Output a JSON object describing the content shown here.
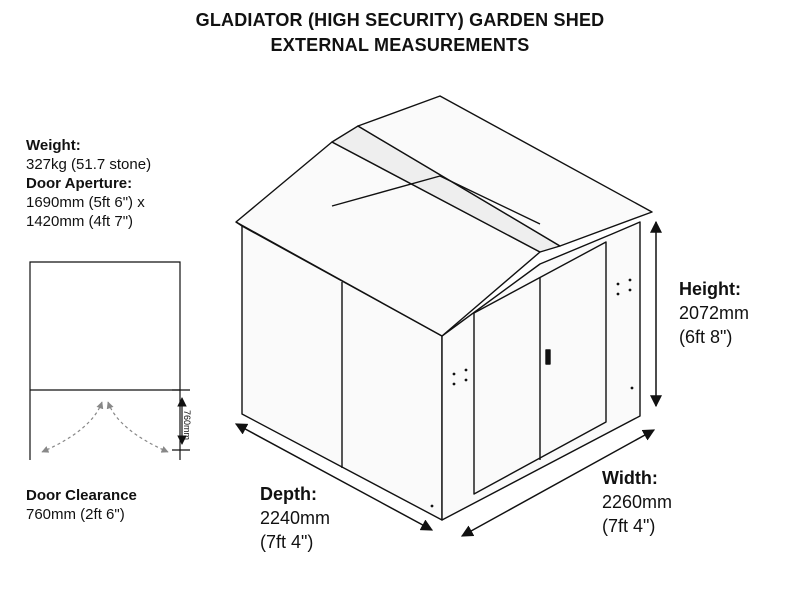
{
  "header": {
    "title_line1": "GLADIATOR (HIGH SECURITY) GARDEN SHED",
    "title_line2": "EXTERNAL MEASUREMENTS"
  },
  "specs": {
    "weight_label": "Weight:",
    "weight_value": "327kg (51.7 stone)",
    "aperture_label": "Door Aperture:",
    "aperture_line1": "1690mm (5ft 6\") x",
    "aperture_line2": "1420mm (4ft 7\")"
  },
  "clearance": {
    "label": "Door Clearance",
    "value": "760mm (2ft 6\")",
    "diagram_label": "760mm"
  },
  "dimensions": {
    "height": {
      "label": "Height:",
      "mm": "2072mm",
      "imperial": "(6ft 8\")"
    },
    "width": {
      "label": "Width:",
      "mm": "2260mm",
      "imperial": "(7ft 4\")"
    },
    "depth": {
      "label": "Depth:",
      "mm": "2240mm",
      "imperial": "(7ft 4\")"
    }
  }
}
